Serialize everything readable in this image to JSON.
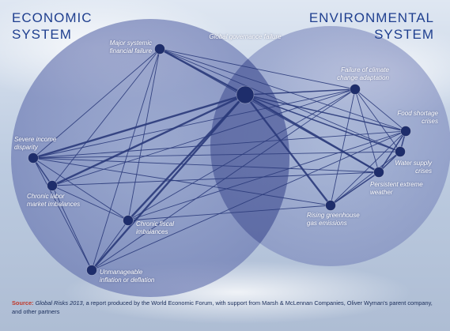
{
  "titles": {
    "economic": [
      "ECONOMIC",
      "SYSTEM"
    ],
    "environmental": [
      "ENVIRONMENTAL",
      "SYSTEM"
    ]
  },
  "nodes": [
    {
      "id": "global_governance_failure",
      "label": [
        "Global governance failure"
      ]
    },
    {
      "id": "major_systemic_financial_failure",
      "label": [
        "Major systemic",
        "financial failure"
      ]
    },
    {
      "id": "severe_income_disparity",
      "label": [
        "Severe income",
        "disparity"
      ]
    },
    {
      "id": "chronic_labor_market_imbalances",
      "label": [
        "Chronic labor",
        "market imbalances"
      ]
    },
    {
      "id": "chronic_fiscal_imbalances",
      "label": [
        "Chronic fiscal",
        "imbalances"
      ]
    },
    {
      "id": "unmanageable_inflation_or_deflation",
      "label": [
        "Unmanageable",
        "inflation or deflation"
      ]
    },
    {
      "id": "failure_of_climate_change_adaptation",
      "label": [
        "Failure of climate",
        "change adaptation"
      ]
    },
    {
      "id": "food_shortage_crises",
      "label": [
        "Food shortage",
        "crises"
      ]
    },
    {
      "id": "water_supply_crises",
      "label": [
        "Water supply",
        "crises"
      ]
    },
    {
      "id": "persistent_extreme_weather",
      "label": [
        "Persistent extreme",
        "weather"
      ]
    },
    {
      "id": "rising_greenhouse_gas_emissions",
      "label": [
        "Rising greenhouse",
        "gas emissions"
      ]
    }
  ],
  "edges": [
    [
      "global_governance_failure",
      "major_systemic_financial_failure",
      3
    ],
    [
      "global_governance_failure",
      "severe_income_disparity",
      3
    ],
    [
      "global_governance_failure",
      "chronic_labor_market_imbalances",
      3
    ],
    [
      "global_governance_failure",
      "chronic_fiscal_imbalances",
      3
    ],
    [
      "global_governance_failure",
      "unmanageable_inflation_or_deflation",
      3
    ],
    [
      "global_governance_failure",
      "failure_of_climate_change_adaptation",
      2
    ],
    [
      "global_governance_failure",
      "food_shortage_crises",
      2
    ],
    [
      "global_governance_failure",
      "water_supply_crises",
      2
    ],
    [
      "global_governance_failure",
      "persistent_extreme_weather",
      3
    ],
    [
      "global_governance_failure",
      "rising_greenhouse_gas_emissions",
      3
    ],
    [
      "major_systemic_financial_failure",
      "severe_income_disparity",
      1
    ],
    [
      "major_systemic_financial_failure",
      "chronic_labor_market_imbalances",
      1
    ],
    [
      "major_systemic_financial_failure",
      "chronic_fiscal_imbalances",
      1
    ],
    [
      "major_systemic_financial_failure",
      "unmanageable_inflation_or_deflation",
      1
    ],
    [
      "major_systemic_financial_failure",
      "failure_of_climate_change_adaptation",
      1
    ],
    [
      "major_systemic_financial_failure",
      "food_shortage_crises",
      1
    ],
    [
      "major_systemic_financial_failure",
      "water_supply_crises",
      1
    ],
    [
      "major_systemic_financial_failure",
      "persistent_extreme_weather",
      1
    ],
    [
      "severe_income_disparity",
      "chronic_labor_market_imbalances",
      2
    ],
    [
      "severe_income_disparity",
      "chronic_fiscal_imbalances",
      1
    ],
    [
      "severe_income_disparity",
      "unmanageable_inflation_or_deflation",
      1
    ],
    [
      "severe_income_disparity",
      "failure_of_climate_change_adaptation",
      1
    ],
    [
      "severe_income_disparity",
      "food_shortage_crises",
      1
    ],
    [
      "severe_income_disparity",
      "water_supply_crises",
      1
    ],
    [
      "severe_income_disparity",
      "persistent_extreme_weather",
      1
    ],
    [
      "severe_income_disparity",
      "rising_greenhouse_gas_emissions",
      1
    ],
    [
      "chronic_labor_market_imbalances",
      "chronic_fiscal_imbalances",
      1
    ],
    [
      "chronic_labor_market_imbalances",
      "unmanageable_inflation_or_deflation",
      1
    ],
    [
      "chronic_labor_market_imbalances",
      "failure_of_climate_change_adaptation",
      1
    ],
    [
      "chronic_labor_market_imbalances",
      "persistent_extreme_weather",
      1
    ],
    [
      "chronic_fiscal_imbalances",
      "unmanageable_inflation_or_deflation",
      1
    ],
    [
      "chronic_fiscal_imbalances",
      "failure_of_climate_change_adaptation",
      1
    ],
    [
      "chronic_fiscal_imbalances",
      "food_shortage_crises",
      1
    ],
    [
      "chronic_fiscal_imbalances",
      "rising_greenhouse_gas_emissions",
      1
    ],
    [
      "unmanageable_inflation_or_deflation",
      "food_shortage_crises",
      1
    ],
    [
      "unmanageable_inflation_or_deflation",
      "failure_of_climate_change_adaptation",
      1
    ],
    [
      "failure_of_climate_change_adaptation",
      "food_shortage_crises",
      1
    ],
    [
      "failure_of_climate_change_adaptation",
      "water_supply_crises",
      1
    ],
    [
      "failure_of_climate_change_adaptation",
      "persistent_extreme_weather",
      1
    ],
    [
      "failure_of_climate_change_adaptation",
      "rising_greenhouse_gas_emissions",
      1
    ],
    [
      "food_shortage_crises",
      "water_supply_crises",
      2
    ],
    [
      "food_shortage_crises",
      "persistent_extreme_weather",
      2
    ],
    [
      "food_shortage_crises",
      "rising_greenhouse_gas_emissions",
      1
    ],
    [
      "water_supply_crises",
      "persistent_extreme_weather",
      2
    ],
    [
      "water_supply_crises",
      "rising_greenhouse_gas_emissions",
      1
    ],
    [
      "persistent_extreme_weather",
      "rising_greenhouse_gas_emissions",
      2
    ]
  ],
  "source": {
    "label": "Source:",
    "publication": "Global Risks 2013",
    "text": ", a report produced by the World Economic Forum, with support from Marsh & McLennan Companies, Oliver Wyman's parent company, and other partners"
  },
  "colors": {
    "node": "#1e2d6b",
    "edge": "#2a3a7a",
    "circle": "#5a6aa8",
    "title": "#1f3f8f"
  }
}
